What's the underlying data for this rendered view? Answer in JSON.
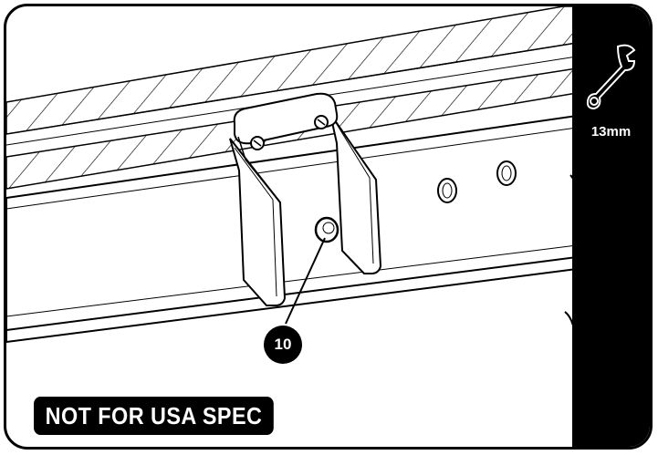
{
  "tool": {
    "icon": "wrench-icon",
    "size_label": "13mm"
  },
  "callout": {
    "part_number": "10"
  },
  "banner": {
    "text": "NOT FOR USA SPEC"
  },
  "colors": {
    "ink": "#000000",
    "paper": "#ffffff",
    "panel": "#000000"
  }
}
